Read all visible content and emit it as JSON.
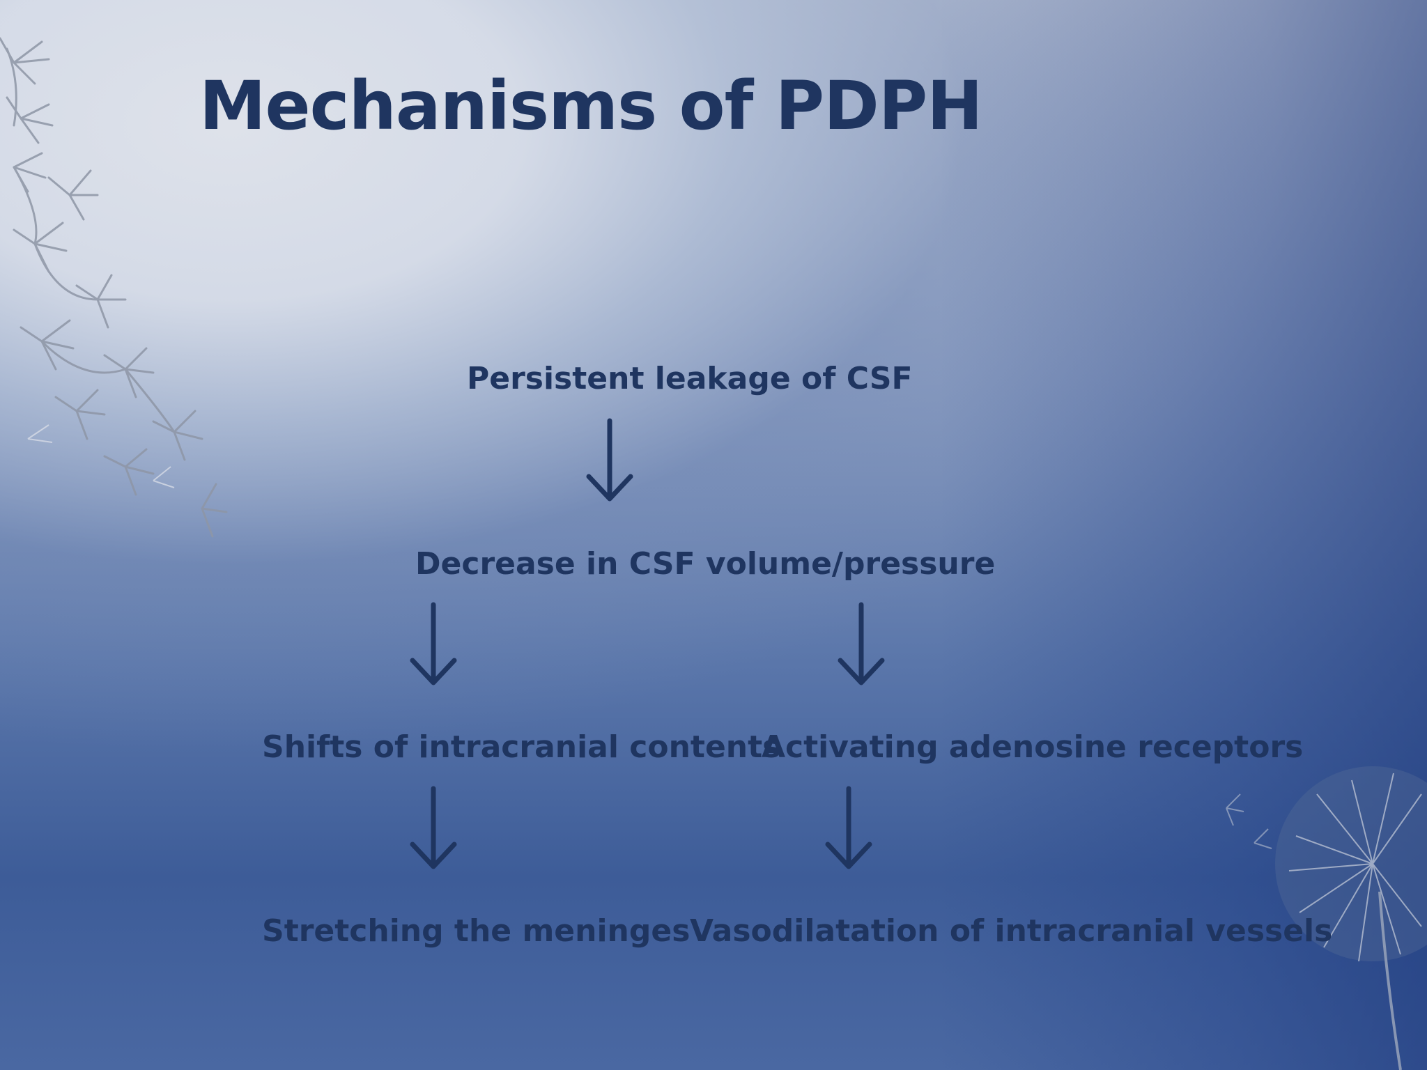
{
  "title": "Mechanisms of PDPH",
  "nodes": {
    "persistent_leakage": "Persistent leakage of CSF",
    "decrease_csf": "Decrease in CSF volume/pressure",
    "shifts_contents": "Shifts of intracranial contents",
    "activating_adenosine": "Activating adenosine receptors",
    "stretching_meninges": "Stretching the meninges",
    "vasodilatation": "Vasodilatation of intracranial vessels"
  },
  "edges": [
    {
      "from": "persistent_leakage",
      "to": "decrease_csf"
    },
    {
      "from": "decrease_csf",
      "to": "shifts_contents"
    },
    {
      "from": "decrease_csf",
      "to": "activating_adenosine"
    },
    {
      "from": "shifts_contents",
      "to": "stretching_meninges"
    },
    {
      "from": "activating_adenosine",
      "to": "vasodilatation"
    }
  ],
  "colors": {
    "text": "#1f3560",
    "arrow": "#1f3560",
    "background_light": "#dde2ea",
    "background_dark": "#3d5c98"
  },
  "icons": [
    "down-arrow-icon",
    "grass-sprigs-decoration",
    "dandelion-decoration"
  ]
}
